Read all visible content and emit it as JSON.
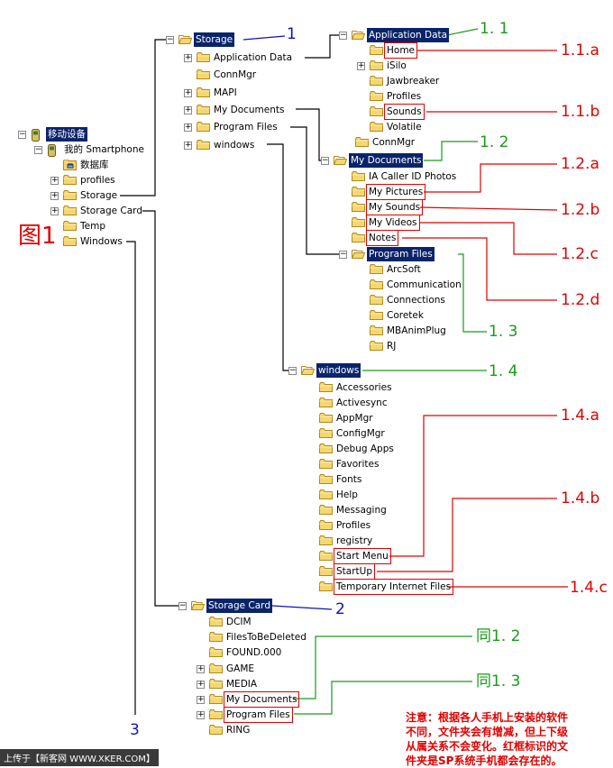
{
  "left_tree": {
    "root": "移动设备",
    "device": "我的 Smartphone",
    "items": [
      "数据库",
      "profiles",
      "Storage",
      "Storage Card",
      "Temp",
      "Windows"
    ]
  },
  "storage_tree": {
    "root": "Storage",
    "items": [
      "Application Data",
      "ConnMgr",
      "MAPI",
      "My Documents",
      "Program Files",
      "windows"
    ]
  },
  "appdata_tree": {
    "root": "Application Data",
    "items": [
      "Home",
      "iSilo",
      "Jawbreaker",
      "Profiles",
      "Sounds",
      "Volatile"
    ],
    "after": "ConnMgr"
  },
  "mydocs_tree": {
    "root": "My Documents",
    "items": [
      "IA Caller ID Photos",
      "My Pictures",
      "My Sounds",
      "My Videos",
      "Notes"
    ]
  },
  "progfiles_tree": {
    "root": "Program Files",
    "items": [
      "ArcSoft",
      "Communication",
      "Connections",
      "Coretek",
      "MBAnimPlug",
      "RJ"
    ]
  },
  "windows_tree": {
    "root": "windows",
    "items": [
      "Accessories",
      "Activesync",
      "AppMgr",
      "ConfigMgr",
      "Debug Apps",
      "Favorites",
      "Fonts",
      "Help",
      "Messaging",
      "Profiles",
      "registry",
      "Start Menu",
      "StartUp",
      "Temporary Internet Files"
    ]
  },
  "card_tree": {
    "root": "Storage Card",
    "items": [
      "DCIM",
      "FilesToBeDeleted",
      "FOUND.000",
      "GAME",
      "MEDIA",
      "My Documents",
      "Program Files",
      "RING"
    ]
  },
  "labels": {
    "fig": "图1",
    "n1": "1",
    "n2": "2",
    "n3": "3",
    "n1_1": "1. 1",
    "n1_2": "1. 2",
    "n1_3": "1. 3",
    "n1_4": "1. 4",
    "n1_1a": "1.1.a",
    "n1_1b": "1.1.b",
    "n1_2a": "1.2.a",
    "n1_2b": "1.2.b",
    "n1_2c": "1.2.c",
    "n1_2d": "1.2.d",
    "n1_4a": "1.4.a",
    "n1_4b": "1.4.b",
    "n1_4c": "1.4.c",
    "same1_2": "同1. 2",
    "same1_3": "同1. 3"
  },
  "note": {
    "line1": "注意：根据各人手机上安装的软件",
    "line2": "不同，文件夹会有增减，但上下级",
    "line3": "从属关系不会变化。红框标识的文",
    "line4": "件夹是SP系统手机都会存在的。"
  },
  "footer": "上传于【新客网 WWW.XKER.COM】"
}
